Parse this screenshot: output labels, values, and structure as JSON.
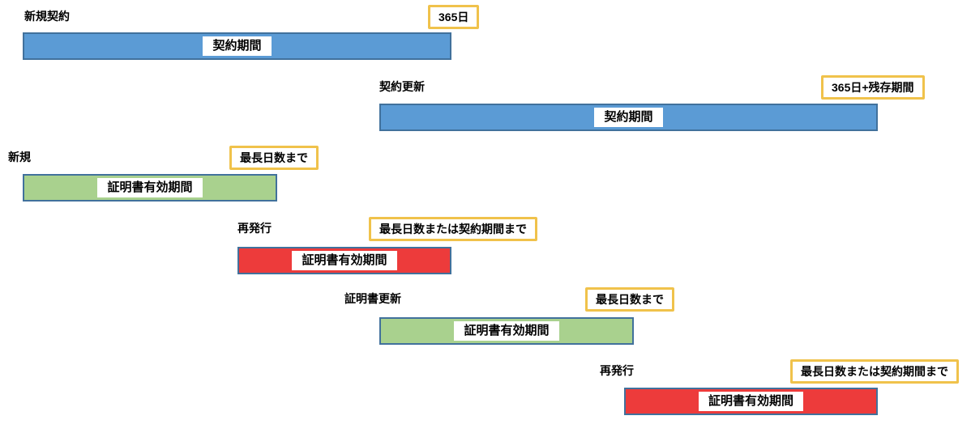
{
  "colors": {
    "bar_blue": "#5B9BD5",
    "bar_green": "#A9D18E",
    "bar_red": "#ED3B3B",
    "bar_border": "#41719C",
    "badge_border": "#F0C24B",
    "badge_background": "#FFFFFF",
    "text": "#000000"
  },
  "rows": [
    {
      "label": "新規契約",
      "badge": "365日",
      "bar_label": "契約期間",
      "bar_color": "#5B9BD5"
    },
    {
      "label": "契約更新",
      "badge": "365日+残存期間",
      "bar_label": "契約期間",
      "bar_color": "#5B9BD5"
    },
    {
      "label": "新規",
      "badge": "最長日数まで",
      "bar_label": "証明書有効期間",
      "bar_color": "#A9D18E"
    },
    {
      "label": "再発行",
      "badge": "最長日数または契約期間まで",
      "bar_label": "証明書有効期間",
      "bar_color": "#ED3B3B"
    },
    {
      "label": "証明書更新",
      "badge": "最長日数まで",
      "bar_label": "証明書有効期間",
      "bar_color": "#A9D18E"
    },
    {
      "label": "再発行",
      "badge": "最長日数または契約期間まで",
      "bar_label": "証明書有効期間",
      "bar_color": "#ED3B3B"
    }
  ]
}
